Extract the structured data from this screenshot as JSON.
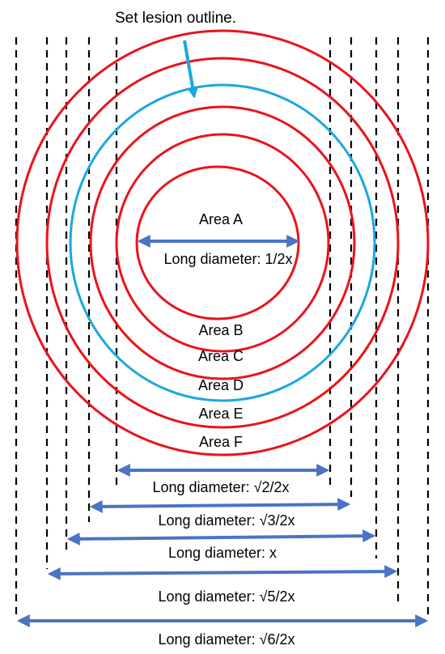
{
  "title": "Set lesion outline.",
  "colors": {
    "area_ring": "#e8141b",
    "lesion_ring": "#1aa7e0",
    "arrow": "#4a74c4",
    "guide": "#000000"
  },
  "icons": {
    "title_pointer": "arrow-down-icon",
    "dimension": "double-arrow-icon"
  },
  "areas": [
    {
      "label": "Area A"
    },
    {
      "label": "Area B"
    },
    {
      "label": "Area C"
    },
    {
      "label": "Area D"
    },
    {
      "label": "Area E"
    },
    {
      "label": "Area F"
    }
  ],
  "inner_label": "Long diameter: 1/2x",
  "dimensions": [
    {
      "label": "Long diameter: √2/2x"
    },
    {
      "label": "Long diameter: √3/2x"
    },
    {
      "label": "Long diameter: x"
    },
    {
      "label": "Long diameter: √5/2x"
    },
    {
      "label": "Long diameter: √6/2x"
    }
  ]
}
